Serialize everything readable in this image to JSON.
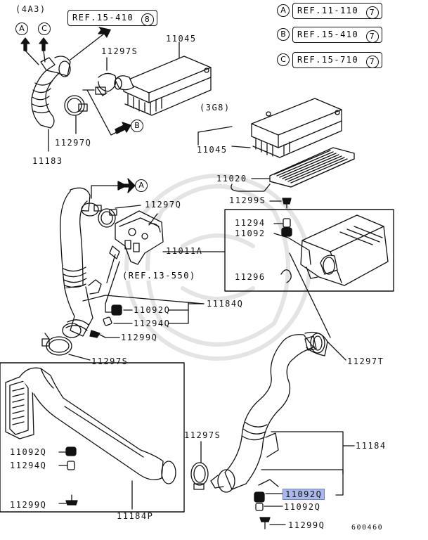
{
  "variants": {
    "v4a3": "(4A3)",
    "v3g8": "(3G8)"
  },
  "refs": {
    "top_ref": "REF.15-410",
    "top_ref_num": "8",
    "legend": [
      {
        "letter": "A",
        "ref": "REF.11-110",
        "num": "7"
      },
      {
        "letter": "B",
        "ref": "REF.15-410",
        "num": "7"
      },
      {
        "letter": "C",
        "ref": "REF.15-710",
        "num": "7"
      }
    ],
    "mid_ref": "(REF.13-550)"
  },
  "markers": {
    "a": "A",
    "b": "B",
    "c": "C"
  },
  "parts": {
    "p11045_top": "11045",
    "p11297s_top": "11297S",
    "p11297q_top": "11297Q",
    "p11183": "11183",
    "p11045_mid": "11045",
    "p11020": "11020",
    "p11299s": "11299S",
    "p11297q_mid": "11297Q",
    "p11294": "11294",
    "p11092": "11092",
    "p11011a": "11011A",
    "p11296": "11296",
    "p11092q_mid": "11092Q",
    "p11294q_mid": "11294Q",
    "p11184q": "11184Q",
    "p11299q_mid": "11299Q",
    "p11297s_mid": "11297S",
    "p11297t": "11297T",
    "p11092q_left": "11092Q",
    "p11294q_left": "11294Q",
    "p11297s_low": "11297S",
    "p11184": "11184",
    "p11092q_hl": "11092Q",
    "p11092q_low": "11092Q",
    "p11299q_left": "11299Q",
    "p11184p": "11184P",
    "p11299q_low": "11299Q"
  },
  "diagram_id": "600460"
}
